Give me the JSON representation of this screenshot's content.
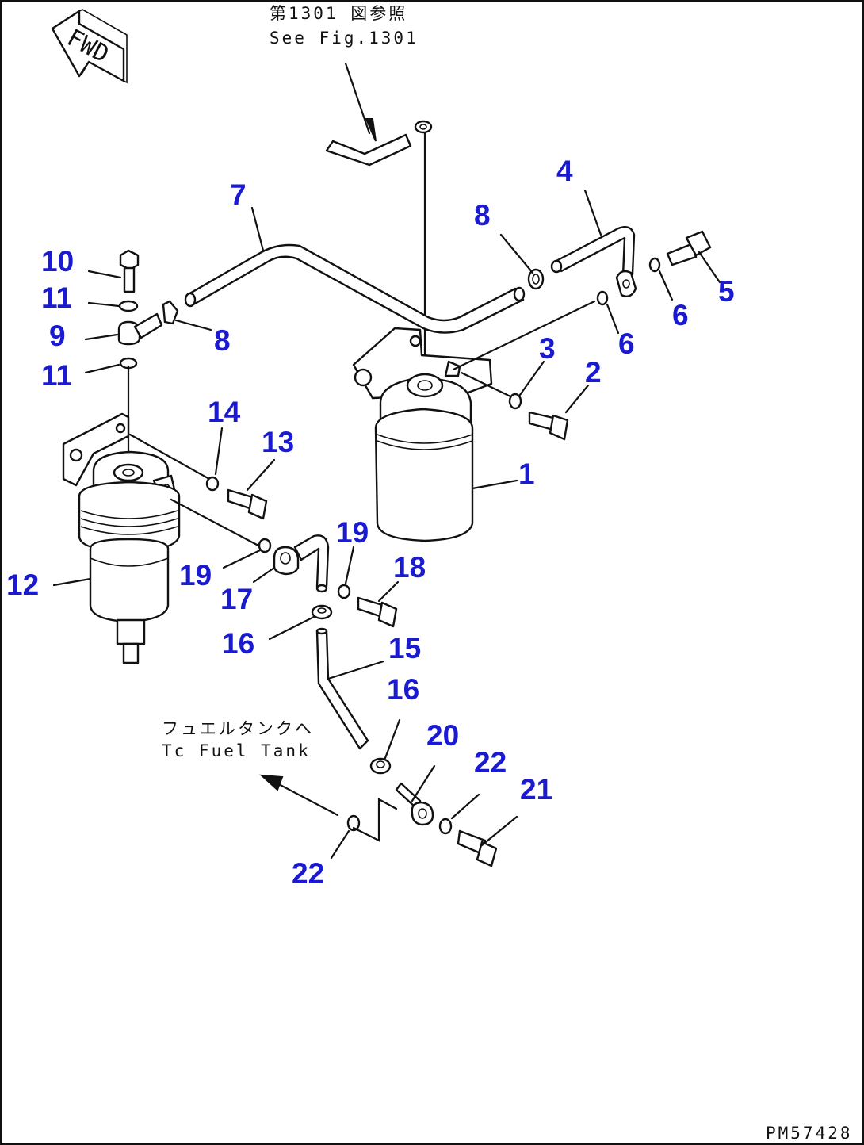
{
  "drawing": {
    "fwd_label": "FWD",
    "ref_note_jp": "第1301 図参照",
    "ref_note_en": "See Fig.1301",
    "tank_note_jp": "フュエルタンクへ",
    "tank_note_en": "Tc Fuel Tank",
    "drawing_code": "PM57428"
  },
  "callouts": [
    {
      "id": "1",
      "text": "1"
    },
    {
      "id": "2",
      "text": "2"
    },
    {
      "id": "3",
      "text": "3"
    },
    {
      "id": "4",
      "text": "4"
    },
    {
      "id": "5",
      "text": "5"
    },
    {
      "id": "6a",
      "text": "6"
    },
    {
      "id": "6b",
      "text": "6"
    },
    {
      "id": "7",
      "text": "7"
    },
    {
      "id": "8a",
      "text": "8"
    },
    {
      "id": "8b",
      "text": "8"
    },
    {
      "id": "9",
      "text": "9"
    },
    {
      "id": "10",
      "text": "10"
    },
    {
      "id": "11a",
      "text": "11"
    },
    {
      "id": "11b",
      "text": "11"
    },
    {
      "id": "12",
      "text": "12"
    },
    {
      "id": "13",
      "text": "13"
    },
    {
      "id": "14",
      "text": "14"
    },
    {
      "id": "15",
      "text": "15"
    },
    {
      "id": "16a",
      "text": "16"
    },
    {
      "id": "16b",
      "text": "16"
    },
    {
      "id": "17",
      "text": "17"
    },
    {
      "id": "18",
      "text": "18"
    },
    {
      "id": "19a",
      "text": "19"
    },
    {
      "id": "19b",
      "text": "19"
    },
    {
      "id": "20",
      "text": "20"
    },
    {
      "id": "21",
      "text": "21"
    },
    {
      "id": "22a",
      "text": "22"
    },
    {
      "id": "22b",
      "text": "22"
    }
  ],
  "colors": {
    "callout": "#1a1ad0",
    "line": "#111111",
    "background": "#ffffff"
  }
}
